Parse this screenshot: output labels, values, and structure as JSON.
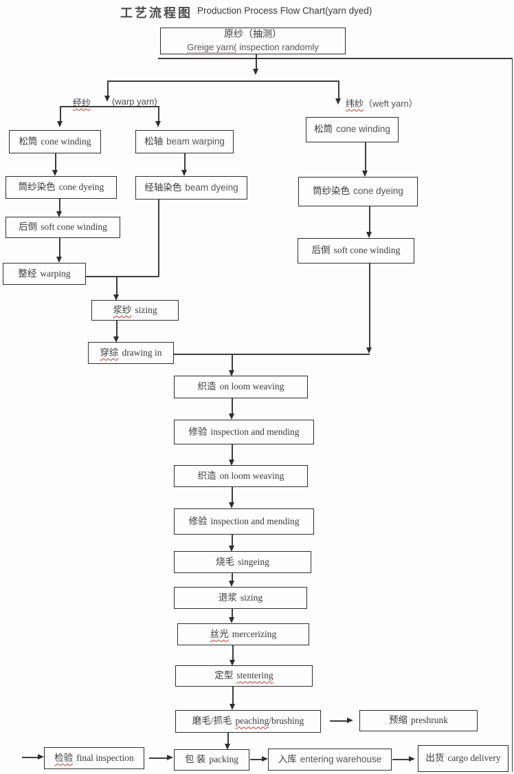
{
  "title": {
    "cn": "工艺流程图",
    "en": "Production Process Flow Chart(yarn dyed)"
  },
  "labels": {
    "warp": {
      "cn": "经纱",
      "en": "(warp yarn)"
    },
    "weft": {
      "cn": "纬纱",
      "en": "（weft yarn）"
    }
  },
  "nodes": {
    "greige": {
      "cn": "原纱（抽测）",
      "en_marked": "Greige yarn(",
      "en_rest": " inspection randomly"
    },
    "warp_cone_winding": {
      "cn": "松筒",
      "en": "cone winding"
    },
    "beam_warping": {
      "cn": "松轴",
      "en": "beam warping"
    },
    "warp_cone_dyeing": {
      "cn": "筒纱染色",
      "en": "cone dyeing"
    },
    "beam_dyeing": {
      "cn": "经轴染色",
      "en": "beam dyeing"
    },
    "warp_soft_winding": {
      "cn": "后倒",
      "en": "soft cone winding"
    },
    "warping": {
      "cn": "整经",
      "en": "warping"
    },
    "weft_cone_winding": {
      "cn": "松筒",
      "en": "cone winding"
    },
    "weft_cone_dyeing": {
      "cn": "筒纱染色",
      "en": "cone dyeing"
    },
    "weft_soft_winding": {
      "cn": "后倒",
      "en": "soft cone winding"
    },
    "sizing1": {
      "cn": "浆纱",
      "en": "sizing"
    },
    "drawing_in": {
      "cn": "穿综",
      "en": "drawing in"
    },
    "weaving1": {
      "cn": "织造",
      "en": "on loom weaving"
    },
    "mending1": {
      "cn": "修验",
      "en": "inspection and mending"
    },
    "weaving2": {
      "cn": "织造",
      "en": "on loom weaving"
    },
    "mending2": {
      "cn": "修验",
      "en": "inspection and mending"
    },
    "singeing": {
      "cn": "烧毛",
      "en": "singeing"
    },
    "desizing": {
      "cn": "退浆",
      "en": "sizing"
    },
    "mercerizing": {
      "cn": "丝光",
      "en": "mercerizing"
    },
    "stentering": {
      "cn": "定型",
      "en": "stentering"
    },
    "peaching": {
      "cn": "磨毛/抓毛",
      "en_marked": "peaching",
      "en_rest": "/brushing"
    },
    "preshrunk": {
      "cn": "预缩",
      "en": "preshrunk"
    },
    "final_inspection": {
      "cn": "检验",
      "en": "final inspection"
    },
    "packing": {
      "cn": "包 装",
      "en": "packing"
    },
    "warehouse": {
      "cn": "入库",
      "en": "entering warehouse"
    },
    "delivery": {
      "cn": "出货",
      "en": "cargo delivery"
    }
  },
  "colors": {
    "line": "#3d3d3d",
    "box_border": "#2e2e2e",
    "squiggle": "#c0392b"
  }
}
